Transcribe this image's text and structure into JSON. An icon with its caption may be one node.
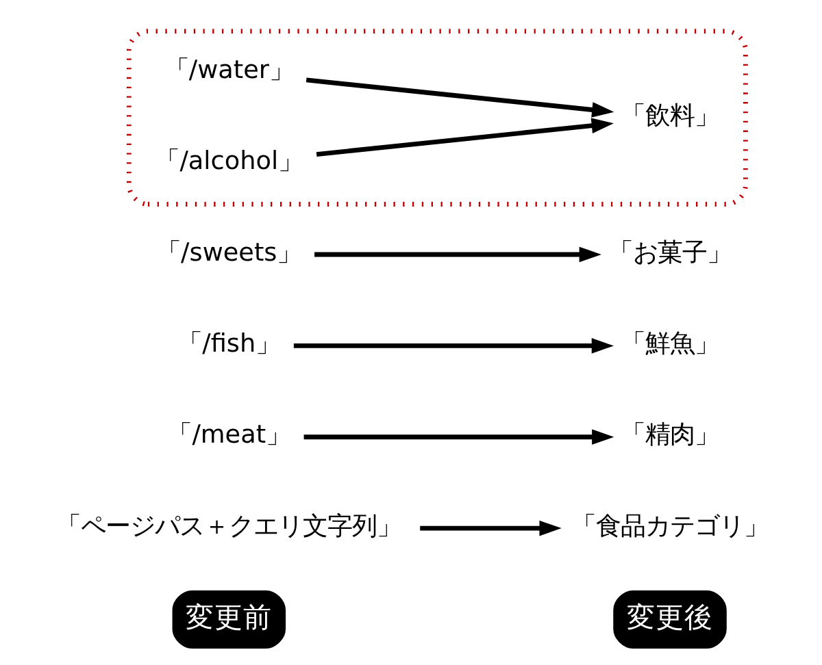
{
  "diagram": {
    "nodes": [
      {
        "text": [
          "変更前"
        ]
      },
      {
        "text": [
          "変更後"
        ]
      },
      {
        "text": [
          "「ページパス＋クエリ文字列」"
        ]
      },
      {
        "text": [
          "「食品カテゴリ」"
        ]
      },
      {
        "text": [
          "「/meat」"
        ]
      },
      {
        "text": [
          "「精肉」"
        ]
      },
      {
        "text": [
          "「/fish」"
        ]
      },
      {
        "text": [
          "「鮮魚」"
        ]
      },
      {
        "text": [
          "「/sweets」"
        ]
      },
      {
        "text": [
          "「お菓子」"
        ]
      },
      {
        "text": [],
        "shape": "box"
      },
      {
        "text": [
          "「/water」"
        ],
        "in": 10
      },
      {
        "text": [
          "「/alcohol」"
        ],
        "in": 10
      },
      {
        "text": [
          "「飲料」"
        ],
        "in": 10
      }
    ],
    "edges": [
      {
        "from": 2,
        "to": 3,
        "arrow": "to"
      },
      {
        "from": 4,
        "to": 5,
        "arrow": "to"
      },
      {
        "from": 6,
        "to": 7,
        "arrow": "to"
      },
      {
        "from": 8,
        "to": 9,
        "arrow": "to"
      },
      {
        "from": 11,
        "to": 13,
        "arrow": "to"
      },
      {
        "from": 12,
        "to": 13,
        "arrow": "to"
      }
    ]
  }
}
